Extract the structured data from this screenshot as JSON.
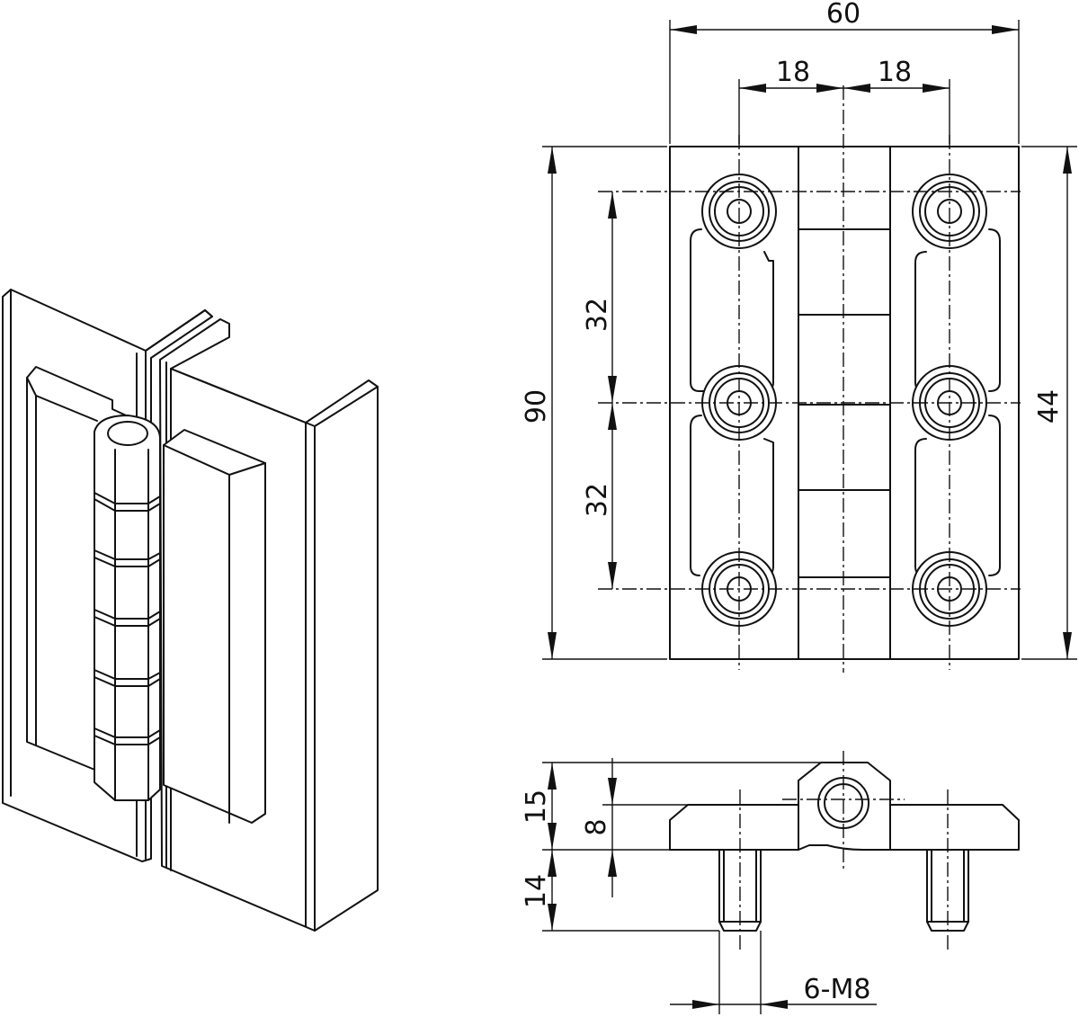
{
  "dimensions": {
    "overall_width": "60",
    "hole_offset_left": "18",
    "hole_offset_right": "18",
    "overall_height": "90",
    "hole_spacing_upper": "32",
    "hole_spacing_lower": "32",
    "leaf_height": "44",
    "total_thickness": "15",
    "leaf_thickness": "8",
    "stud_length": "14",
    "thread_spec": "6-M8"
  }
}
